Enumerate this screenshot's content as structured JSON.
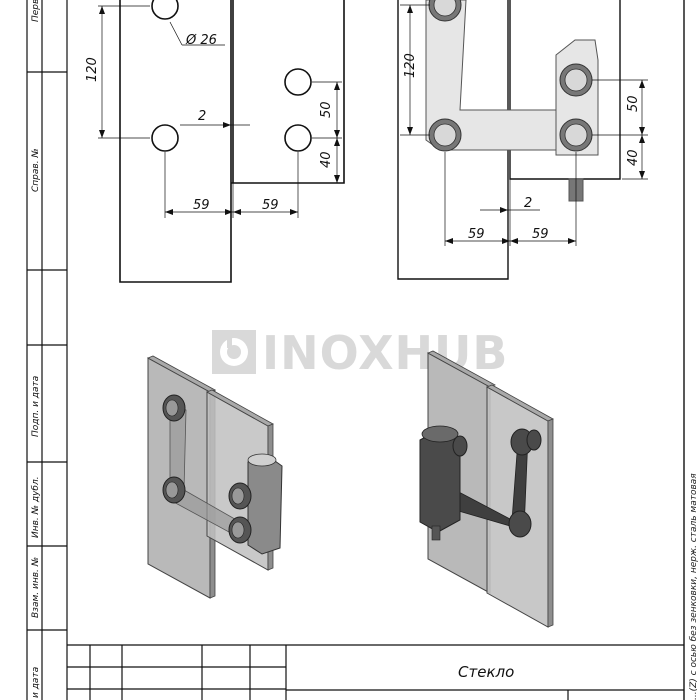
{
  "side_labels": {
    "per": "Перв",
    "sprav": "Справ. №",
    "podp_data_1": "Подп. и дата",
    "inv_dubl": "Инв. № дубл.",
    "vzam_inv": "Взам. инв. №",
    "podp_data_2": "и дата"
  },
  "left_view": {
    "dim_diameter": "Ø 26",
    "dim_120": "120",
    "dim_2": "2",
    "dim_50": "50",
    "dim_40": "40",
    "dim_59_a": "59",
    "dim_59_b": "59"
  },
  "right_view": {
    "dim_120": "120",
    "dim_50": "50",
    "dim_40": "40",
    "dim_2": "2",
    "dim_59_a": "59",
    "dim_59_b": "59"
  },
  "watermark": {
    "text": "INOXHUB"
  },
  "title_block": {
    "material": "Стекло"
  },
  "right_description": "...(Z) с осью без зенковки, нерж. сталь матовая"
}
